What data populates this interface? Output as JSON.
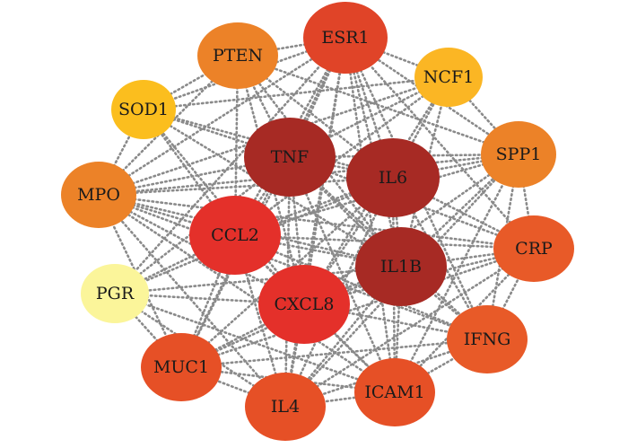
{
  "network": {
    "nodes": [
      {
        "id": "ESR1",
        "label": "ESR1",
        "color": "#e04428"
      },
      {
        "id": "PTEN",
        "label": "PTEN",
        "color": "#ec8228"
      },
      {
        "id": "NCF1",
        "label": "NCF1",
        "color": "#fbb624"
      },
      {
        "id": "SOD1",
        "label": "SOD1",
        "color": "#fbbe1e"
      },
      {
        "id": "TNF",
        "label": "TNF",
        "color": "#a72a24"
      },
      {
        "id": "IL6",
        "label": "IL6",
        "color": "#a72a24"
      },
      {
        "id": "SPP1",
        "label": "SPP1",
        "color": "#ec8228"
      },
      {
        "id": "MPO",
        "label": "MPO",
        "color": "#ec8228"
      },
      {
        "id": "CCL2",
        "label": "CCL2",
        "color": "#e4302a"
      },
      {
        "id": "CRP",
        "label": "CRP",
        "color": "#e85a28"
      },
      {
        "id": "IL1B",
        "label": "IL1B",
        "color": "#a72a24"
      },
      {
        "id": "PGR",
        "label": "PGR",
        "color": "#fbf59a"
      },
      {
        "id": "CXCL8",
        "label": "CXCL8",
        "color": "#e4302a"
      },
      {
        "id": "IFNG",
        "label": "IFNG",
        "color": "#e85a28"
      },
      {
        "id": "MUC1",
        "label": "MUC1",
        "color": "#e65026"
      },
      {
        "id": "ICAM1",
        "label": "ICAM1",
        "color": "#e65026"
      },
      {
        "id": "IL4",
        "label": "IL4",
        "color": "#e65026"
      }
    ],
    "edges": [
      [
        "ESR1",
        "PTEN"
      ],
      [
        "ESR1",
        "NCF1"
      ],
      [
        "ESR1",
        "TNF"
      ],
      [
        "ESR1",
        "IL6"
      ],
      [
        "ESR1",
        "IL1B"
      ],
      [
        "ESR1",
        "CCL2"
      ],
      [
        "ESR1",
        "CXCL8"
      ],
      [
        "ESR1",
        "SOD1"
      ],
      [
        "ESR1",
        "MPO"
      ],
      [
        "ESR1",
        "SPP1"
      ],
      [
        "ESR1",
        "PGR"
      ],
      [
        "ESR1",
        "ICAM1"
      ],
      [
        "ESR1",
        "IL4"
      ],
      [
        "ESR1",
        "MUC1"
      ],
      [
        "ESR1",
        "IFNG"
      ],
      [
        "ESR1",
        "CRP"
      ],
      [
        "PTEN",
        "SOD1"
      ],
      [
        "PTEN",
        "TNF"
      ],
      [
        "PTEN",
        "IL6"
      ],
      [
        "PTEN",
        "IL1B"
      ],
      [
        "PTEN",
        "CCL2"
      ],
      [
        "PTEN",
        "CXCL8"
      ],
      [
        "PTEN",
        "MPO"
      ],
      [
        "PTEN",
        "SPP1"
      ],
      [
        "NCF1",
        "TNF"
      ],
      [
        "NCF1",
        "IL6"
      ],
      [
        "NCF1",
        "IL1B"
      ],
      [
        "NCF1",
        "SPP1"
      ],
      [
        "NCF1",
        "MPO"
      ],
      [
        "NCF1",
        "CCL2"
      ],
      [
        "NCF1",
        "SOD1"
      ],
      [
        "NCF1",
        "CXCL8"
      ],
      [
        "SOD1",
        "TNF"
      ],
      [
        "SOD1",
        "IL6"
      ],
      [
        "SOD1",
        "MPO"
      ],
      [
        "SOD1",
        "CCL2"
      ],
      [
        "SOD1",
        "IL1B"
      ],
      [
        "SOD1",
        "CXCL8"
      ],
      [
        "TNF",
        "IL6"
      ],
      [
        "TNF",
        "CCL2"
      ],
      [
        "TNF",
        "IL1B"
      ],
      [
        "TNF",
        "CXCL8"
      ],
      [
        "TNF",
        "MPO"
      ],
      [
        "TNF",
        "SPP1"
      ],
      [
        "TNF",
        "CRP"
      ],
      [
        "TNF",
        "IFNG"
      ],
      [
        "TNF",
        "ICAM1"
      ],
      [
        "TNF",
        "IL4"
      ],
      [
        "TNF",
        "MUC1"
      ],
      [
        "TNF",
        "PGR"
      ],
      [
        "IL6",
        "CCL2"
      ],
      [
        "IL6",
        "IL1B"
      ],
      [
        "IL6",
        "CXCL8"
      ],
      [
        "IL6",
        "MPO"
      ],
      [
        "IL6",
        "SPP1"
      ],
      [
        "IL6",
        "CRP"
      ],
      [
        "IL6",
        "IFNG"
      ],
      [
        "IL6",
        "ICAM1"
      ],
      [
        "IL6",
        "IL4"
      ],
      [
        "IL6",
        "MUC1"
      ],
      [
        "IL6",
        "PGR"
      ],
      [
        "SPP1",
        "CCL2"
      ],
      [
        "SPP1",
        "IL1B"
      ],
      [
        "SPP1",
        "CXCL8"
      ],
      [
        "SPP1",
        "CRP"
      ],
      [
        "SPP1",
        "IFNG"
      ],
      [
        "SPP1",
        "ICAM1"
      ],
      [
        "SPP1",
        "IL4"
      ],
      [
        "SPP1",
        "MPO"
      ],
      [
        "MPO",
        "CCL2"
      ],
      [
        "MPO",
        "IL1B"
      ],
      [
        "MPO",
        "CXCL8"
      ],
      [
        "MPO",
        "CRP"
      ],
      [
        "MPO",
        "IFNG"
      ],
      [
        "MPO",
        "ICAM1"
      ],
      [
        "MPO",
        "IL4"
      ],
      [
        "MPO",
        "MUC1"
      ],
      [
        "CCL2",
        "IL1B"
      ],
      [
        "CCL2",
        "CXCL8"
      ],
      [
        "CCL2",
        "CRP"
      ],
      [
        "CCL2",
        "IFNG"
      ],
      [
        "CCL2",
        "ICAM1"
      ],
      [
        "CCL2",
        "IL4"
      ],
      [
        "CCL2",
        "MUC1"
      ],
      [
        "CCL2",
        "PGR"
      ],
      [
        "CRP",
        "IL1B"
      ],
      [
        "CRP",
        "CXCL8"
      ],
      [
        "CRP",
        "IFNG"
      ],
      [
        "CRP",
        "ICAM1"
      ],
      [
        "CRP",
        "IL4"
      ],
      [
        "CRP",
        "MUC1"
      ],
      [
        "IL1B",
        "CXCL8"
      ],
      [
        "IL1B",
        "IFNG"
      ],
      [
        "IL1B",
        "ICAM1"
      ],
      [
        "IL1B",
        "IL4"
      ],
      [
        "IL1B",
        "MUC1"
      ],
      [
        "IL1B",
        "PGR"
      ],
      [
        "PGR",
        "CXCL8"
      ],
      [
        "PGR",
        "MUC1"
      ],
      [
        "PGR",
        "IL4"
      ],
      [
        "PGR",
        "ICAM1"
      ],
      [
        "CXCL8",
        "IFNG"
      ],
      [
        "CXCL8",
        "ICAM1"
      ],
      [
        "CXCL8",
        "IL4"
      ],
      [
        "CXCL8",
        "MUC1"
      ],
      [
        "IFNG",
        "ICAM1"
      ],
      [
        "IFNG",
        "IL4"
      ],
      [
        "IFNG",
        "MUC1"
      ],
      [
        "MUC1",
        "IL4"
      ],
      [
        "MUC1",
        "ICAM1"
      ],
      [
        "ICAM1",
        "IL4"
      ]
    ]
  }
}
